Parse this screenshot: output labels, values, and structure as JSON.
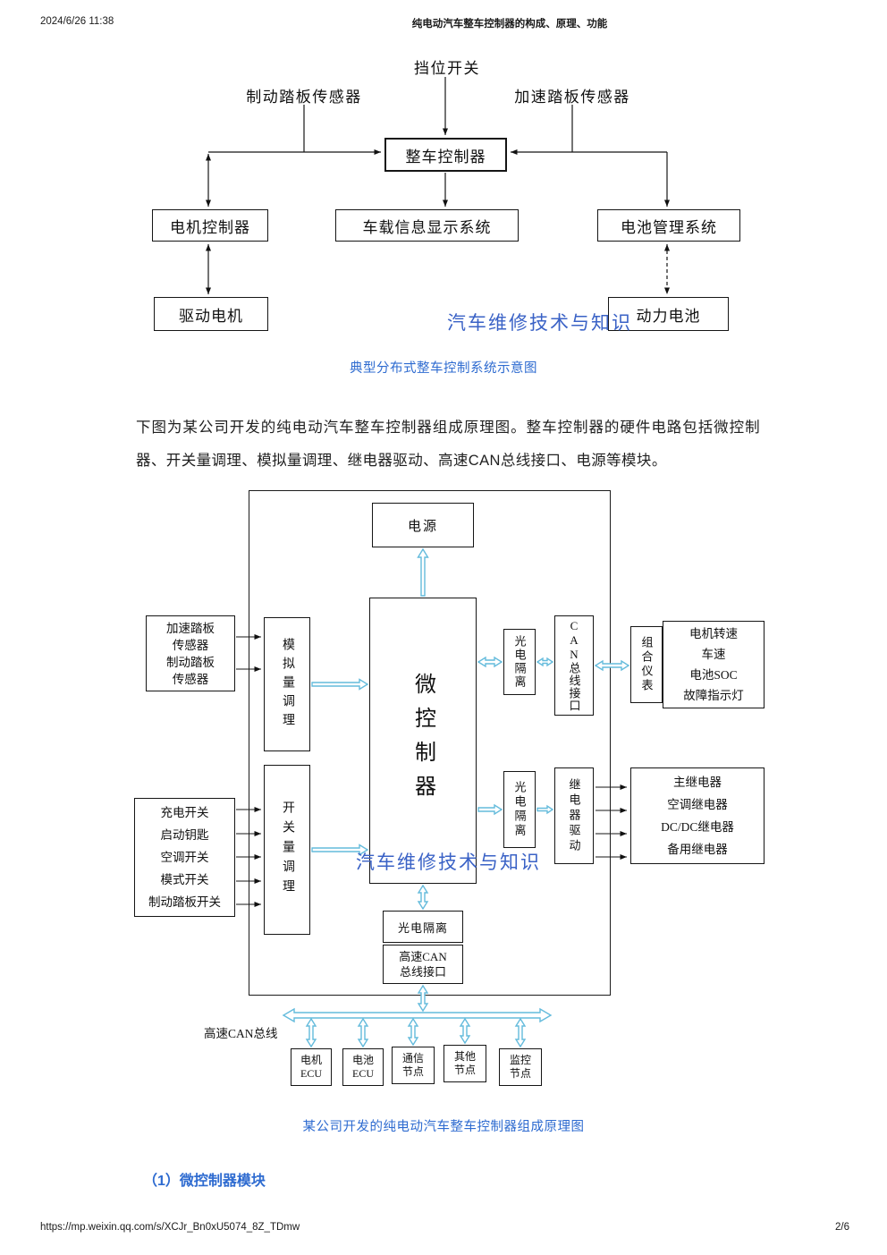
{
  "header": {
    "datetime": "2024/6/26 11:38",
    "title": "纯电动汽车整车控制器的构成、原理、功能"
  },
  "intro_paragraph": "下图为某公司开发的纯电动汽车整车控制器组成原理图。整车控制器的硬件电路包括微控制器、开关量调理、模拟量调理、继电器驱动、高速CAN总线接口、电源等模块。",
  "section_heading": "（1）微控制器模块",
  "watermark": "汽车维修技术与知识",
  "colors": {
    "link_blue": "#2e6bd0",
    "watermark_blue": "#3a62c6",
    "arrow_cyan": "#64bbdc"
  },
  "diagram1": {
    "caption": "典型分布式整车控制系统示意图",
    "gear_switch_label": "挡位开关",
    "brake_sensor_label": "制动踏板传感器",
    "accel_sensor_label": "加速踏板传感器",
    "vcu": "整车控制器",
    "motor_controller": "电机控制器",
    "info_display": "车载信息显示系统",
    "bms": "电池管理系统",
    "drive_motor": "驱动电机",
    "battery": "动力电池"
  },
  "diagram2": {
    "caption": "某公司开发的纯电动汽车整车控制器组成原理图",
    "power": "电源",
    "mcu": "微控制器",
    "analog_conditioning": "模拟量调理",
    "digital_conditioning": "开关量调理",
    "opto_top": "光电隔离",
    "can_interface": "CAN总线接口",
    "opto_mid": "光电隔离",
    "relay_drive": "继电器驱动",
    "opto_bottom": "光电隔离",
    "hs_can_interface": [
      "高速CAN",
      "总线接口"
    ],
    "sensors_input": [
      "加速踏板",
      "传感器",
      "制动踏板",
      "传感器"
    ],
    "switch_inputs": [
      "充电开关",
      "启动钥匙",
      "空调开关",
      "模式开关",
      "制动踏板开关"
    ],
    "instrument_cluster": "组合仪表",
    "cluster_signals": [
      "电机转速",
      "车速",
      "电池SOC",
      "故障指示灯"
    ],
    "relays": [
      "主继电器",
      "空调继电器",
      "DC/DC继电器",
      "备用继电器"
    ],
    "bus_label": "高速CAN总线",
    "nodes": [
      [
        "电机",
        "ECU"
      ],
      [
        "电池",
        "ECU"
      ],
      [
        "通信",
        "节点"
      ],
      [
        "其他",
        "节点"
      ],
      [
        "监控",
        "节点"
      ]
    ]
  },
  "footer": {
    "url": "https://mp.weixin.qq.com/s/XCJr_Bn0xU5074_8Z_TDmw",
    "page": "2/6"
  }
}
